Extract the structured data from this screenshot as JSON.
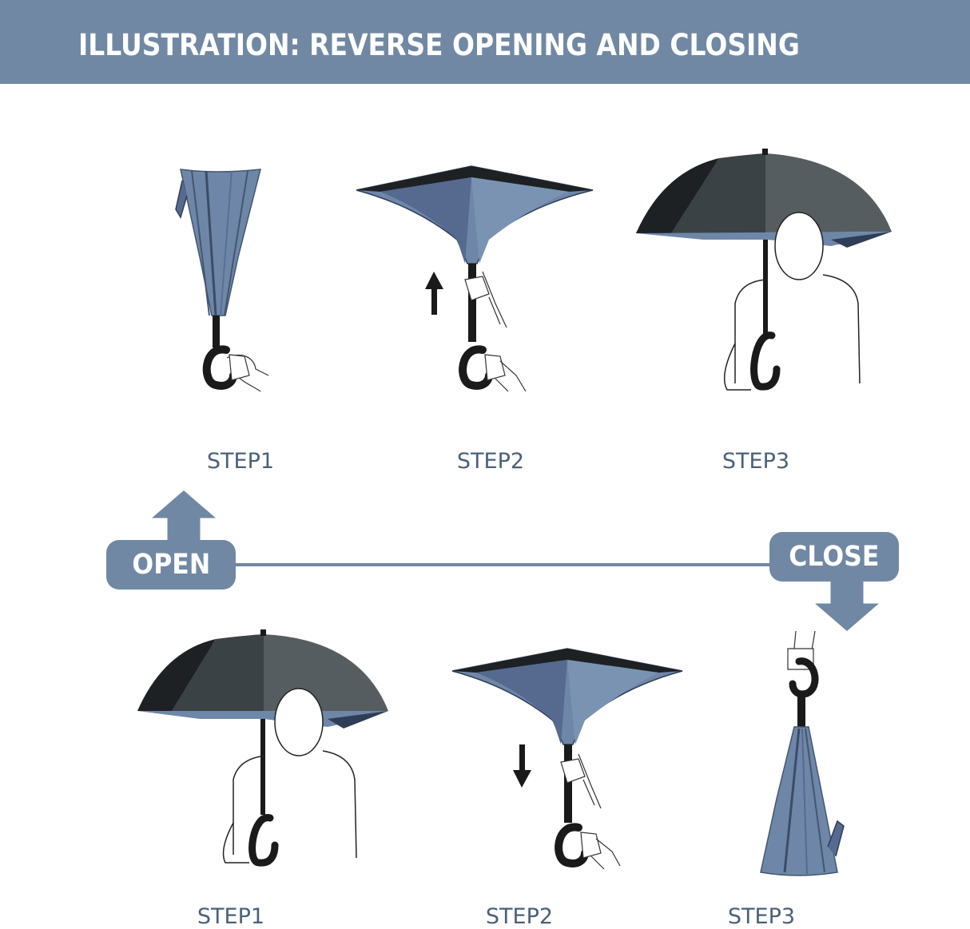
{
  "header": {
    "title": "ILLUSTRATION: REVERSE OPENING AND CLOSING"
  },
  "open_row": {
    "steps": [
      {
        "label": "STEP1"
      },
      {
        "label": "STEP2"
      },
      {
        "label": "STEP3"
      }
    ]
  },
  "close_row": {
    "steps": [
      {
        "label": "STEP1"
      },
      {
        "label": "STEP2"
      },
      {
        "label": "STEP3"
      }
    ]
  },
  "divider": {
    "open_label": "OPEN",
    "close_label": "CLOSE"
  },
  "colors": {
    "banner": "#7088a3",
    "canopy_light": "#6e87a8",
    "canopy_mid": "#56698f",
    "canopy_dark": "#2f3e56",
    "umbrella_top_dark": "#1d2124",
    "umbrella_top_mid": "#3b4245",
    "umbrella_top_light": "#565d60",
    "label_text": "#4a6178"
  }
}
